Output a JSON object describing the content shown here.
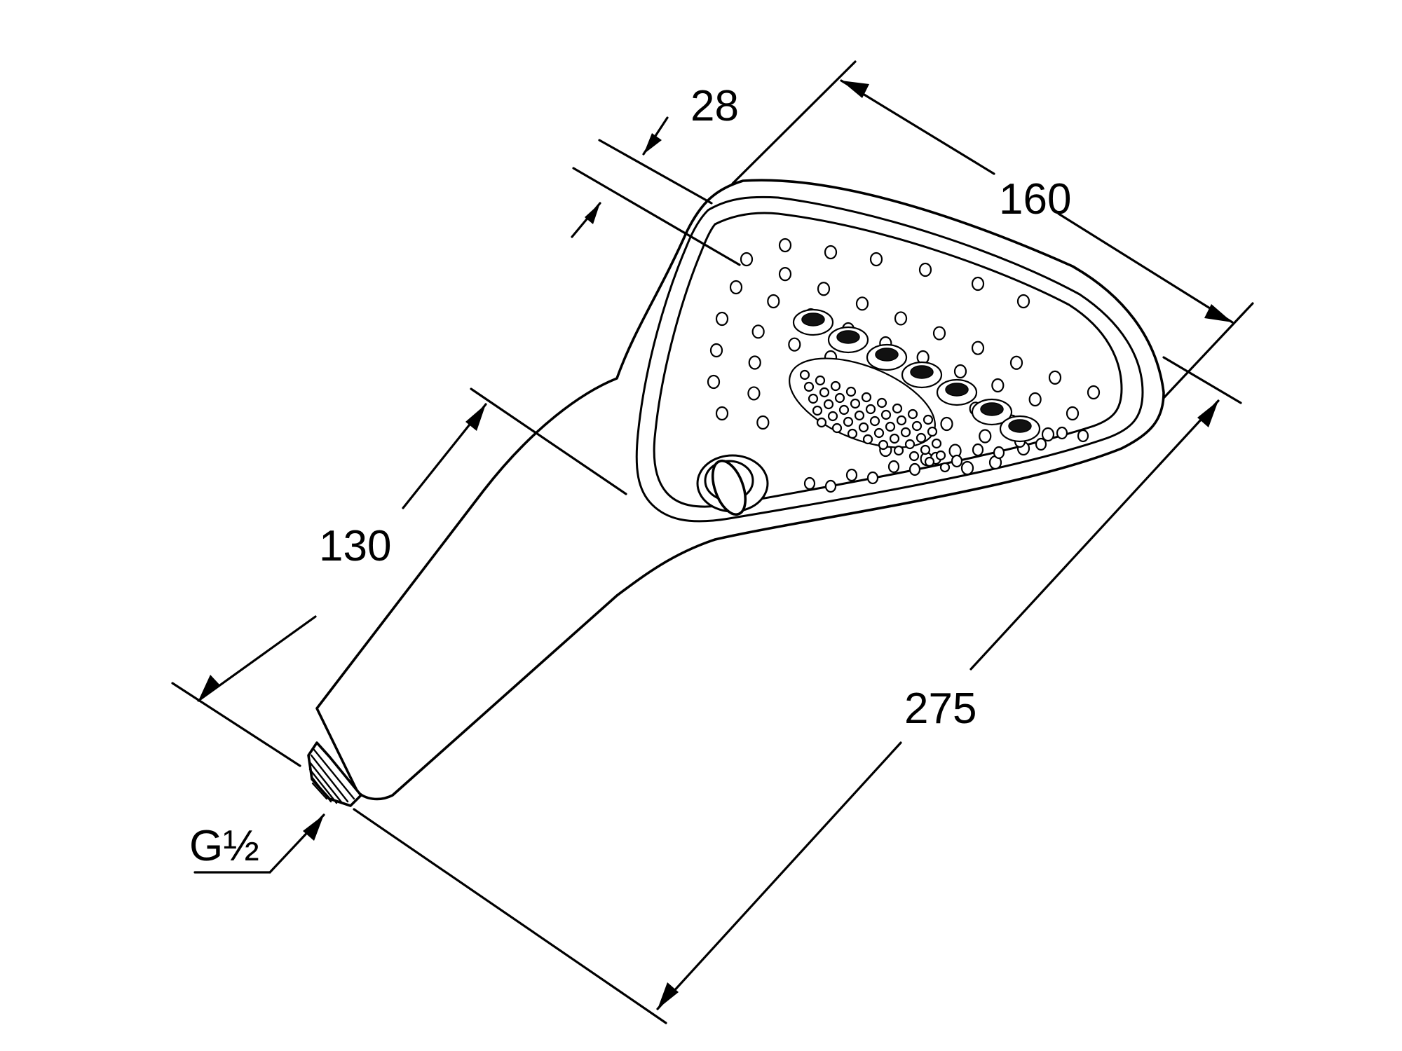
{
  "dimensions": {
    "thickness": "28",
    "head_width": "160",
    "handle_length": "130",
    "total_length": "275",
    "thread": "G½"
  }
}
